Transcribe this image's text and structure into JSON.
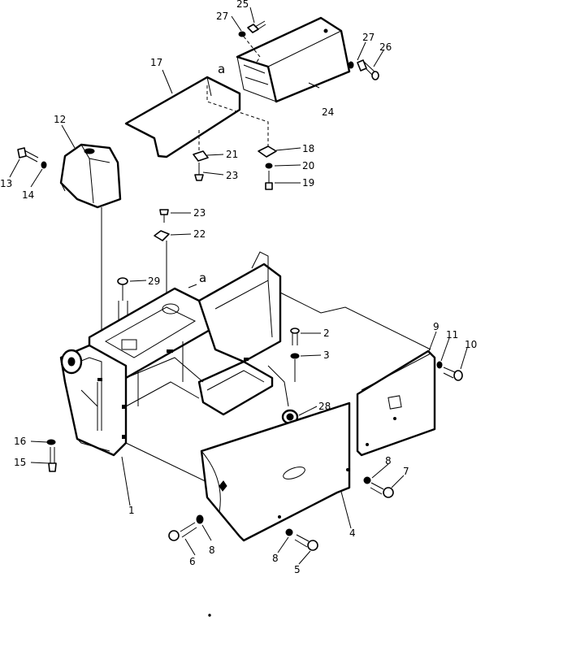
{
  "callouts": [
    {
      "id": "1",
      "text": "1"
    },
    {
      "id": "2",
      "text": "2"
    },
    {
      "id": "3",
      "text": "3"
    },
    {
      "id": "4",
      "text": "4"
    },
    {
      "id": "5",
      "text": "5"
    },
    {
      "id": "6",
      "text": "6"
    },
    {
      "id": "7",
      "text": "7"
    },
    {
      "id": "8a",
      "text": "8"
    },
    {
      "id": "8b",
      "text": "8"
    },
    {
      "id": "8c",
      "text": "8"
    },
    {
      "id": "9",
      "text": "9"
    },
    {
      "id": "10",
      "text": "10"
    },
    {
      "id": "11",
      "text": "11"
    },
    {
      "id": "12",
      "text": "12"
    },
    {
      "id": "13",
      "text": "13"
    },
    {
      "id": "14",
      "text": "14"
    },
    {
      "id": "15",
      "text": "15"
    },
    {
      "id": "16",
      "text": "16"
    },
    {
      "id": "17",
      "text": "17"
    },
    {
      "id": "18",
      "text": "18"
    },
    {
      "id": "19",
      "text": "19"
    },
    {
      "id": "20",
      "text": "20"
    },
    {
      "id": "21",
      "text": "21"
    },
    {
      "id": "22",
      "text": "22"
    },
    {
      "id": "23a",
      "text": "23"
    },
    {
      "id": "23b",
      "text": "23"
    },
    {
      "id": "24",
      "text": "24"
    },
    {
      "id": "25",
      "text": "25"
    },
    {
      "id": "26",
      "text": "26"
    },
    {
      "id": "27a",
      "text": "27"
    },
    {
      "id": "27b",
      "text": "27"
    },
    {
      "id": "28",
      "text": "28"
    },
    {
      "id": "29",
      "text": "29"
    }
  ],
  "reference_marks": [
    {
      "id": "a-top",
      "text": "a"
    },
    {
      "id": "a-mid",
      "text": "a"
    }
  ]
}
